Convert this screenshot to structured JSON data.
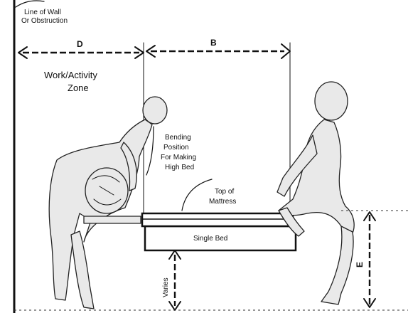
{
  "labels": {
    "wall": [
      "Line of Wall",
      "Or Obstruction"
    ],
    "dim_d": "D",
    "dim_b": "B",
    "dim_e": "E",
    "varies": "Varies",
    "work_zone": [
      "Work/Activity",
      "Zone"
    ],
    "bending": [
      "Bending",
      "Position",
      "For Making",
      "High Bed"
    ],
    "mattress": [
      "Top of",
      "Mattress"
    ],
    "bed": "Single Bed"
  }
}
